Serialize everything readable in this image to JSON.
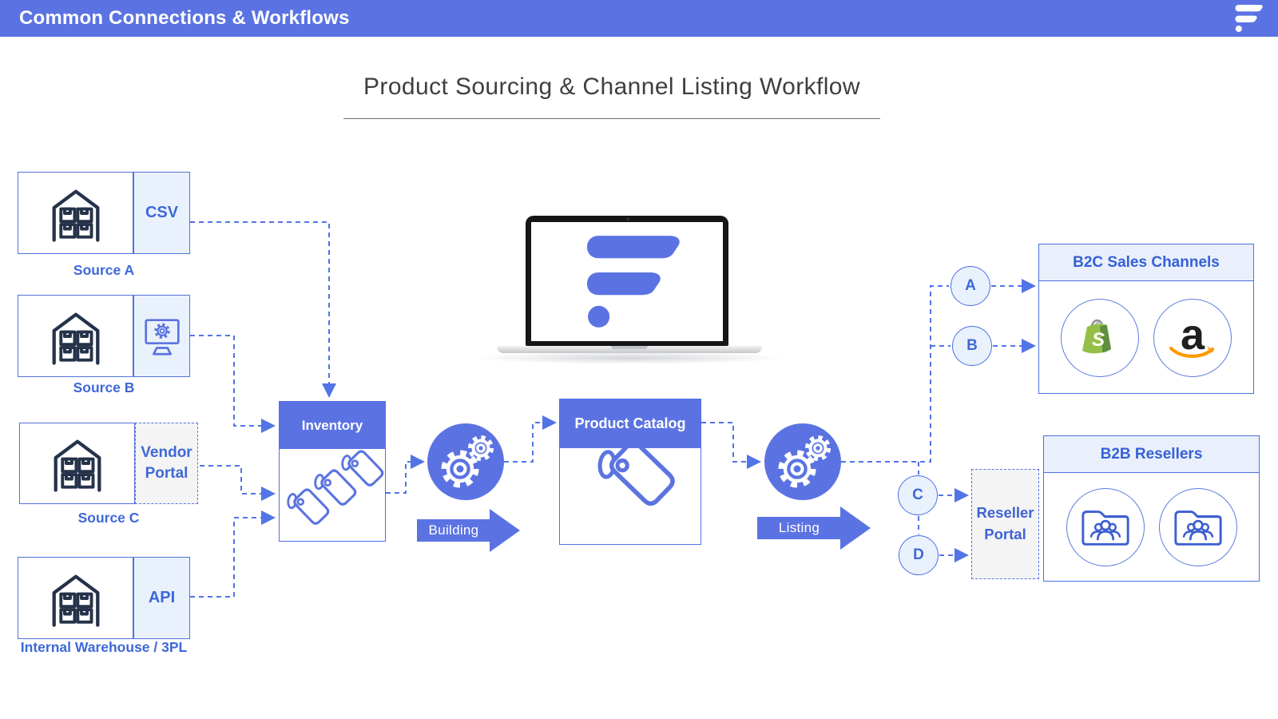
{
  "header": {
    "title": "Common Connections & Workflows"
  },
  "page": {
    "title": "Product Sourcing & Channel Listing Workflow"
  },
  "sources": [
    {
      "name": "Source A",
      "connector_label": "CSV"
    },
    {
      "name": "Source B",
      "connector_label": ""
    },
    {
      "name": "Source C",
      "connector_label": "Vendor Portal"
    },
    {
      "name": "Internal Warehouse / 3PL",
      "connector_label": "API"
    }
  ],
  "pipeline": {
    "inventory_label": "Inventory",
    "building_label": "Building",
    "product_catalog_label": "Product Catalog",
    "listing_label": "Listing"
  },
  "nodes": {
    "a": "A",
    "b": "B",
    "c": "C",
    "d": "D"
  },
  "b2c": {
    "title": "B2C Sales Channels",
    "channels": [
      {
        "name": "Shopify",
        "glyph": "S"
      },
      {
        "name": "Amazon",
        "glyph": "a"
      }
    ]
  },
  "b2b": {
    "title": "B2B Resellers"
  },
  "reseller_portal": {
    "label": "Reseller Portal"
  },
  "colors": {
    "primary_blue": "#5b73e2",
    "border_blue": "#4d6fe3",
    "light_fill": "#e9f1fc",
    "text_blue": "#3e68d8",
    "navy_icon": "#25324a",
    "connector": "#5274e6",
    "shopify_green": "#95BF47",
    "amazon_orange": "#FF9900"
  }
}
